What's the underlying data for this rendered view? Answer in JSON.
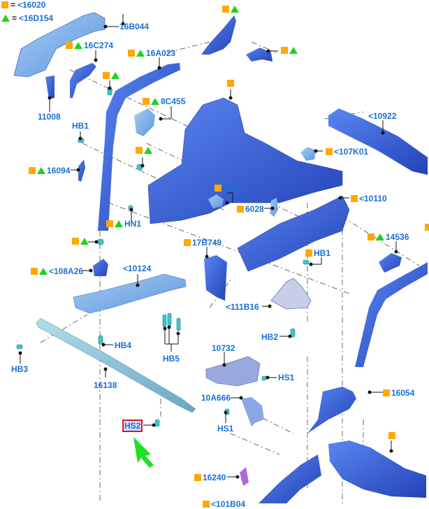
{
  "legend": [
    {
      "symbol": "orange-square",
      "equals": "=",
      "ref": "<16020"
    },
    {
      "symbol": "green-triangle",
      "equals": "=",
      "ref": "<16D154"
    }
  ],
  "colors": {
    "label_text": "#1a6fd6",
    "square_marker": "#ffa800",
    "triangle_marker": "#1ed21e",
    "part_dark": "#2f55d4",
    "part_light": "#6fa8e8",
    "fastener": "#3ec6c6",
    "highlight_border": "#e0141e",
    "pointer_arrow": "#22e022"
  },
  "callouts": {
    "c16B044": "16B044",
    "c16C274": "16C274",
    "c16A023": "16A023",
    "c11008": "11008",
    "c8C455": "8C455",
    "cHB1a": "HB1",
    "c10922": "<10922",
    "c107K01": "<107K01",
    "c16094": "16094",
    "c6061": "6061",
    "c6028": "6028",
    "c10110": "<10110",
    "cHN1": "HN1",
    "c17B749": "17B749",
    "cHB1b": "HB1",
    "c14536": "14536",
    "c108A26": "<108A26",
    "c10124": "<10124",
    "c111B16": "<111B16",
    "cHB4": "HB4",
    "cHB2": "HB2",
    "cHB3": "HB3",
    "cHB5": "HB5",
    "c10732": "10732",
    "cHS1a": "HS1",
    "c16138": "16138",
    "c10A666": "10A666",
    "c16054": "16054",
    "cHS1b": "HS1",
    "cHS2": "HS2",
    "c16240": "16240",
    "c101B04": "<101B04"
  }
}
